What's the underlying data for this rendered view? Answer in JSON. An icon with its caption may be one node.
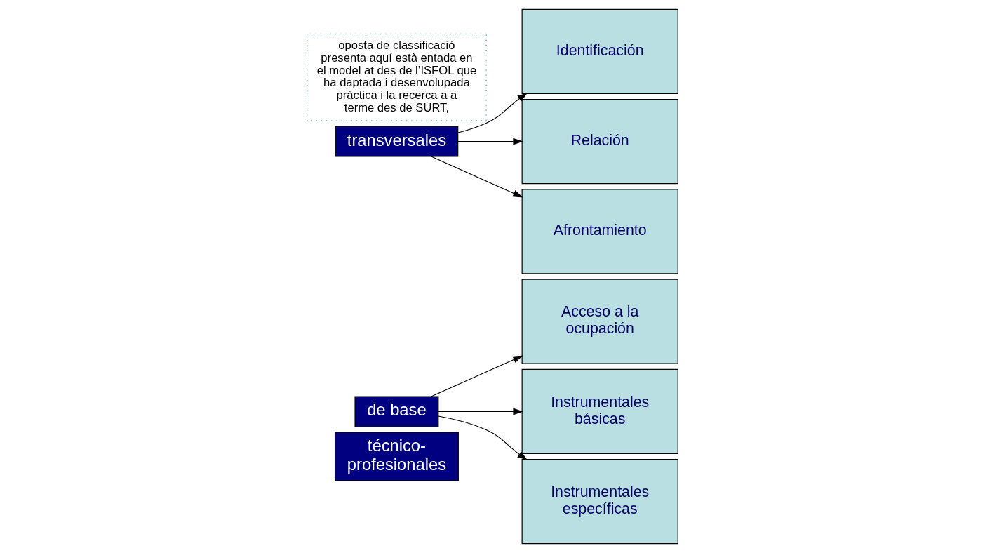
{
  "diagram": {
    "nodes": [
      {
        "text": [
          "técnico-profesionales"
        ]
      },
      {
        "text": [
          "de base"
        ]
      },
      {
        "text": [
          "Acceso a la ocupación"
        ]
      },
      {
        "text": [
          "Instrumentales básicas"
        ]
      },
      {
        "text": [
          "Instrumentales específicas"
        ]
      },
      {
        "text": [
          "transversales"
        ]
      },
      {
        "text": [
          "Identificación"
        ]
      },
      {
        "text": [
          "Relación"
        ]
      },
      {
        "text": [
          "Afrontamiento"
        ]
      },
      {
        "text": [
          "oposta de classificació presenta aquí està entada en el model at des de l’ISFOL que ha daptada i desenvolupada pràctica i la recerca a a terme des de SURT,"
        ]
      }
    ],
    "edges": [
      {
        "from": 1,
        "to": 2,
        "arrow": "to"
      },
      {
        "from": 1,
        "to": 3,
        "arrow": "to"
      },
      {
        "from": 1,
        "to": 4,
        "arrow": "to"
      },
      {
        "from": 5,
        "to": 6,
        "arrow": "to"
      },
      {
        "from": 5,
        "to": 7,
        "arrow": "to"
      },
      {
        "from": 5,
        "to": 8,
        "arrow": "to"
      }
    ]
  }
}
